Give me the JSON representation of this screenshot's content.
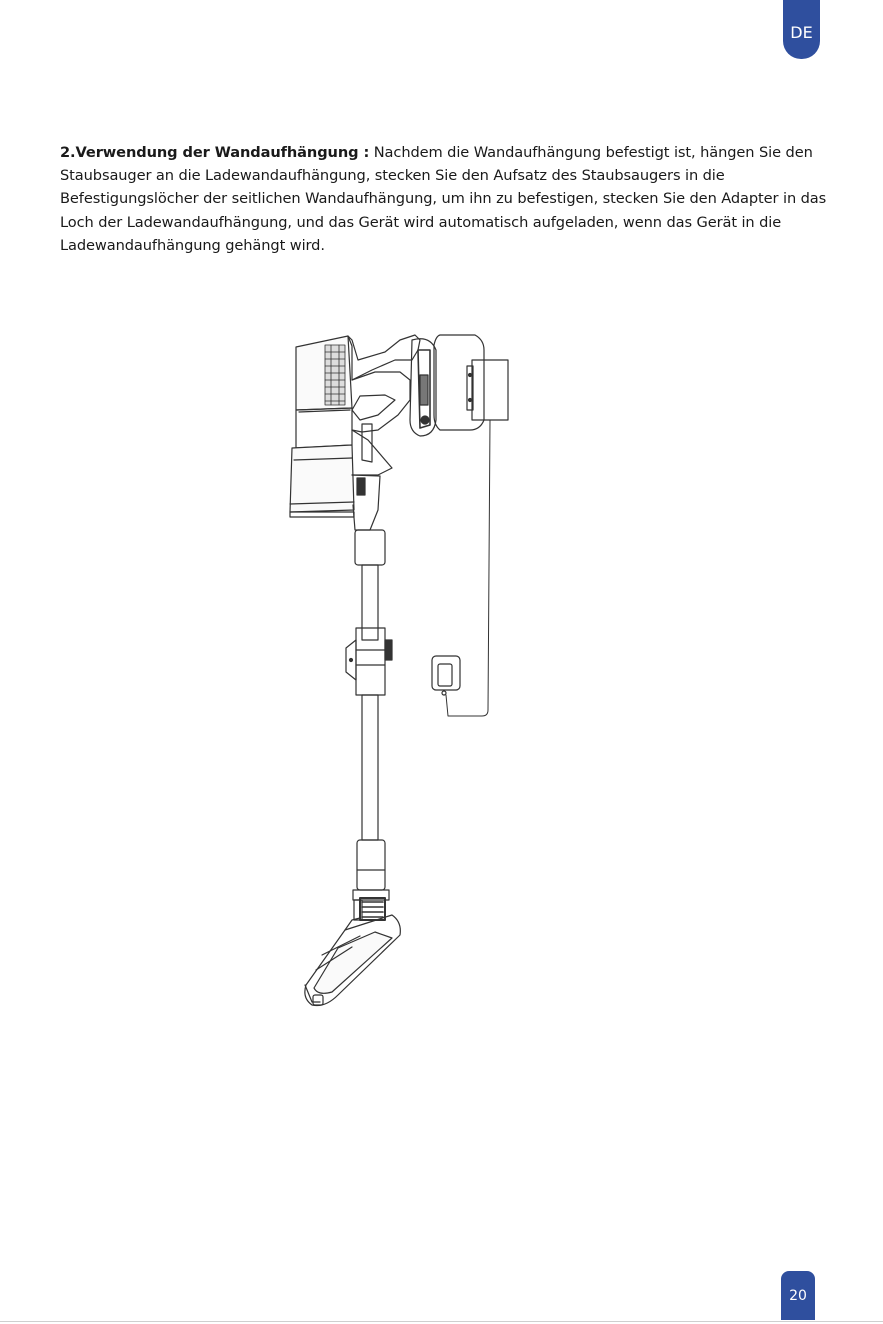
{
  "header": {
    "lang_tab": "DE"
  },
  "section": {
    "heading": "2.Verwendung der Wandaufhängung :",
    "body": " Nachdem die Wandaufhängung befestigt ist, hängen Sie den Staubsauger an die Ladewandaufhängung, stecken Sie den Aufsatz des Staubsaugers in die Befestigungslöcher der seitlichen Wandaufhängung, um ihn zu befestigen, stecken Sie den Adapter in das Loch der Ladewandaufhängung, und das Gerät wird automatisch aufgeladen, wenn das Gerät in die Ladewandaufhängung gehängt wird."
  },
  "illustration": {
    "icon": "vacuum-wall-mount-illustration"
  },
  "footer": {
    "page_number": "20"
  }
}
